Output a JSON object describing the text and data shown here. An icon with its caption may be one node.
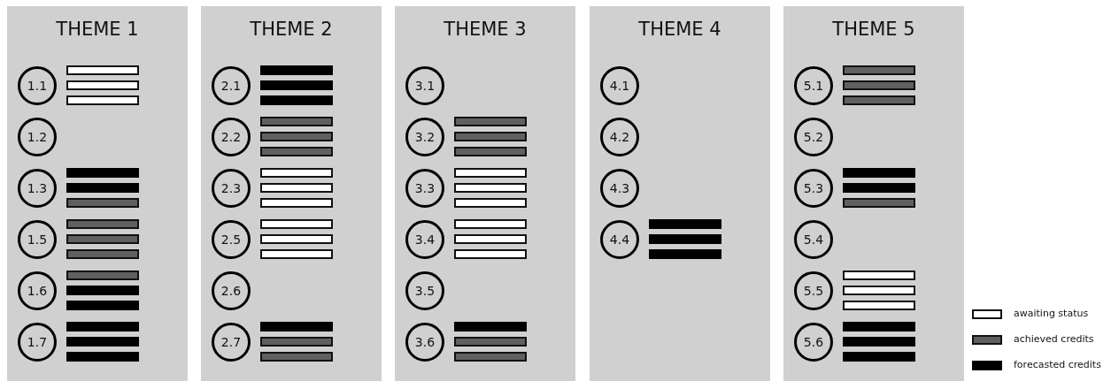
{
  "diagram": {
    "nodes": [
      {
        "text": [
          "THEME 1"
        ]
      },
      {
        "text": [
          "1.1"
        ],
        "in": 0
      },
      {
        "text": [],
        "shape": "bar",
        "in": 0
      },
      {
        "text": [],
        "shape": "bar",
        "in": 0
      },
      {
        "text": [],
        "shape": "bar",
        "in": 0
      },
      {
        "text": [
          "1.2"
        ],
        "in": 0
      },
      {
        "text": [
          "1.3"
        ],
        "in": 0
      },
      {
        "text": [],
        "shape": "bar",
        "in": 0
      },
      {
        "text": [],
        "shape": "bar",
        "in": 0
      },
      {
        "text": [],
        "shape": "bar",
        "in": 0
      },
      {
        "text": [
          "1.5"
        ],
        "in": 0
      },
      {
        "text": [],
        "shape": "bar",
        "in": 0
      },
      {
        "text": [],
        "shape": "bar",
        "in": 0
      },
      {
        "text": [],
        "shape": "bar",
        "in": 0
      },
      {
        "text": [
          "1.6"
        ],
        "in": 0
      },
      {
        "text": [],
        "shape": "bar",
        "in": 0
      },
      {
        "text": [],
        "shape": "bar",
        "in": 0
      },
      {
        "text": [],
        "shape": "bar",
        "in": 0
      },
      {
        "text": [
          "1.7"
        ],
        "in": 0
      },
      {
        "text": [],
        "shape": "bar",
        "in": 0
      },
      {
        "text": [],
        "shape": "bar",
        "in": 0
      },
      {
        "text": [],
        "shape": "bar",
        "in": 0
      },
      {
        "text": [
          "THEME 2"
        ]
      },
      {
        "text": [
          "2.1"
        ],
        "in": 22
      },
      {
        "text": [],
        "shape": "bar",
        "in": 22
      },
      {
        "text": [],
        "shape": "bar",
        "in": 22
      },
      {
        "text": [],
        "shape": "bar",
        "in": 22
      },
      {
        "text": [
          "2.2"
        ],
        "in": 22
      },
      {
        "text": [],
        "shape": "bar",
        "in": 22
      },
      {
        "text": [],
        "shape": "bar",
        "in": 22
      },
      {
        "text": [],
        "shape": "bar",
        "in": 22
      },
      {
        "text": [
          "2.3"
        ],
        "in": 22
      },
      {
        "text": [],
        "shape": "bar",
        "in": 22
      },
      {
        "text": [],
        "shape": "bar",
        "in": 22
      },
      {
        "text": [],
        "shape": "bar",
        "in": 22
      },
      {
        "text": [
          "2.5"
        ],
        "in": 22
      },
      {
        "text": [],
        "shape": "bar",
        "in": 22
      },
      {
        "text": [],
        "shape": "bar",
        "in": 22
      },
      {
        "text": [],
        "shape": "bar",
        "in": 22
      },
      {
        "text": [
          "2.6"
        ],
        "in": 22
      },
      {
        "text": [
          "2.7"
        ],
        "in": 22
      },
      {
        "text": [],
        "shape": "bar",
        "in": 22
      },
      {
        "text": [],
        "shape": "bar",
        "in": 22
      },
      {
        "text": [],
        "shape": "bar",
        "in": 22
      },
      {
        "text": [
          "THEME 3"
        ]
      },
      {
        "text": [
          "3.1"
        ],
        "in": 44
      },
      {
        "text": [
          "3.2"
        ],
        "in": 44
      },
      {
        "text": [],
        "shape": "bar",
        "in": 44
      },
      {
        "text": [],
        "shape": "bar",
        "in": 44
      },
      {
        "text": [],
        "shape": "bar",
        "in": 44
      },
      {
        "text": [
          "3.3"
        ],
        "in": 44
      },
      {
        "text": [],
        "shape": "bar",
        "in": 44
      },
      {
        "text": [],
        "shape": "bar",
        "in": 44
      },
      {
        "text": [],
        "shape": "bar",
        "in": 44
      },
      {
        "text": [
          "3.4"
        ],
        "in": 44
      },
      {
        "text": [],
        "shape": "bar",
        "in": 44
      },
      {
        "text": [],
        "shape": "bar",
        "in": 44
      },
      {
        "text": [],
        "shape": "bar",
        "in": 44
      },
      {
        "text": [
          "3.5"
        ],
        "in": 44
      },
      {
        "text": [
          "3.6"
        ],
        "in": 44
      },
      {
        "text": [],
        "shape": "bar",
        "in": 44
      },
      {
        "text": [],
        "shape": "bar",
        "in": 44
      },
      {
        "text": [],
        "shape": "bar",
        "in": 44
      },
      {
        "text": [
          "THEME 4"
        ]
      },
      {
        "text": [
          "4.1"
        ],
        "in": 63
      },
      {
        "text": [
          "4.2"
        ],
        "in": 63
      },
      {
        "text": [
          "4.3"
        ],
        "in": 63
      },
      {
        "text": [
          "4.4"
        ],
        "in": 63
      },
      {
        "text": [],
        "shape": "bar",
        "in": 63
      },
      {
        "text": [],
        "shape": "bar",
        "in": 63
      },
      {
        "text": [],
        "shape": "bar",
        "in": 63
      },
      {
        "text": [
          "THEME 5"
        ]
      },
      {
        "text": [
          "5.1"
        ],
        "in": 71
      },
      {
        "text": [],
        "shape": "bar",
        "in": 71
      },
      {
        "text": [],
        "shape": "bar",
        "in": 71
      },
      {
        "text": [],
        "shape": "bar",
        "in": 71
      },
      {
        "text": [
          "5.2"
        ],
        "in": 71
      },
      {
        "text": [
          "5.3"
        ],
        "in": 71
      },
      {
        "text": [],
        "shape": "bar",
        "in": 71
      },
      {
        "text": [],
        "shape": "bar",
        "in": 71
      },
      {
        "text": [],
        "shape": "bar",
        "in": 71
      },
      {
        "text": [
          "5.4"
        ],
        "in": 71
      },
      {
        "text": [
          "5.5"
        ],
        "in": 71
      },
      {
        "text": [],
        "shape": "bar",
        "in": 71
      },
      {
        "text": [],
        "shape": "bar",
        "in": 71
      },
      {
        "text": [],
        "shape": "bar",
        "in": 71
      },
      {
        "text": [
          "5.6"
        ],
        "in": 71
      },
      {
        "text": [],
        "shape": "bar",
        "in": 71
      },
      {
        "text": [],
        "shape": "bar",
        "in": 71
      },
      {
        "text": [],
        "shape": "bar",
        "in": 71
      }
    ],
    "legend": [
      {
        "text": "awaiting status",
        "color": "#ffffff"
      },
      {
        "text": "achieved credits",
        "color": "#606060"
      },
      {
        "text": "forecasted credits",
        "color": "#000000"
      }
    ]
  }
}
